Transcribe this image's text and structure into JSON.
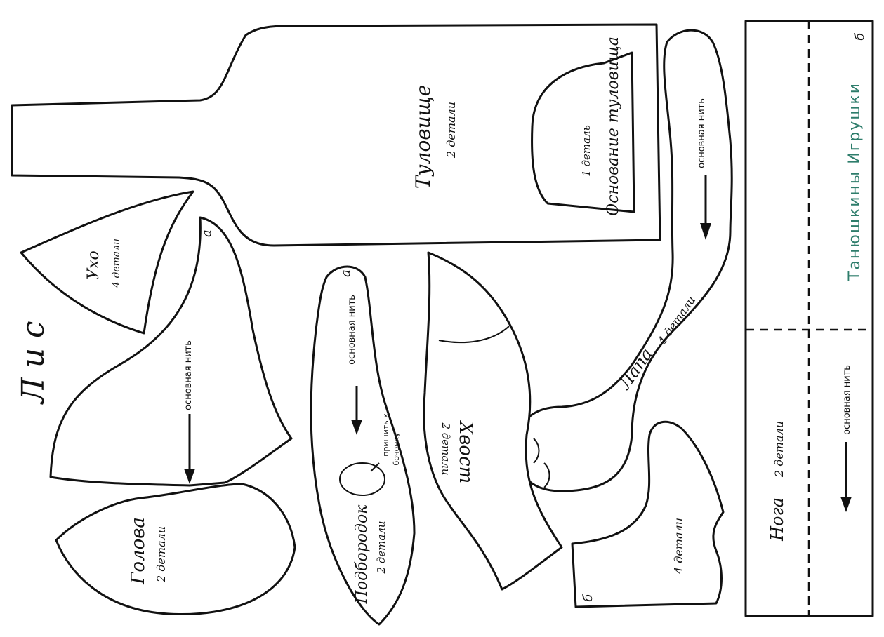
{
  "title": "Лис",
  "brand": {
    "text": "Танюшкины Игрушки",
    "color": "#2e7d6b"
  },
  "pieces": {
    "body": {
      "name": "Туловище",
      "count": "2 детали"
    },
    "body_base": {
      "name": "Основание туловища",
      "count": "1 деталь"
    },
    "paw": {
      "name": "Лапа",
      "count": "4 детали",
      "grain": "основная нить"
    },
    "ear": {
      "name": "Ухо",
      "count": "4 детали"
    },
    "head": {
      "name": "Голова",
      "count": "2 детали",
      "grain": "основная нить",
      "mark": "а"
    },
    "chin": {
      "name": "Подбородок",
      "count": "2 детали",
      "grain": "основная нить",
      "mark": "а",
      "note_1": "пришить к",
      "note_2": "бочонку"
    },
    "tail": {
      "name": "Хвост",
      "count": "2 детали"
    },
    "foot": {
      "count": "4 детали",
      "mark": "б"
    },
    "leg": {
      "name": "Нога",
      "count": "2 детали",
      "grain": "основная нить",
      "mark": "б"
    }
  }
}
